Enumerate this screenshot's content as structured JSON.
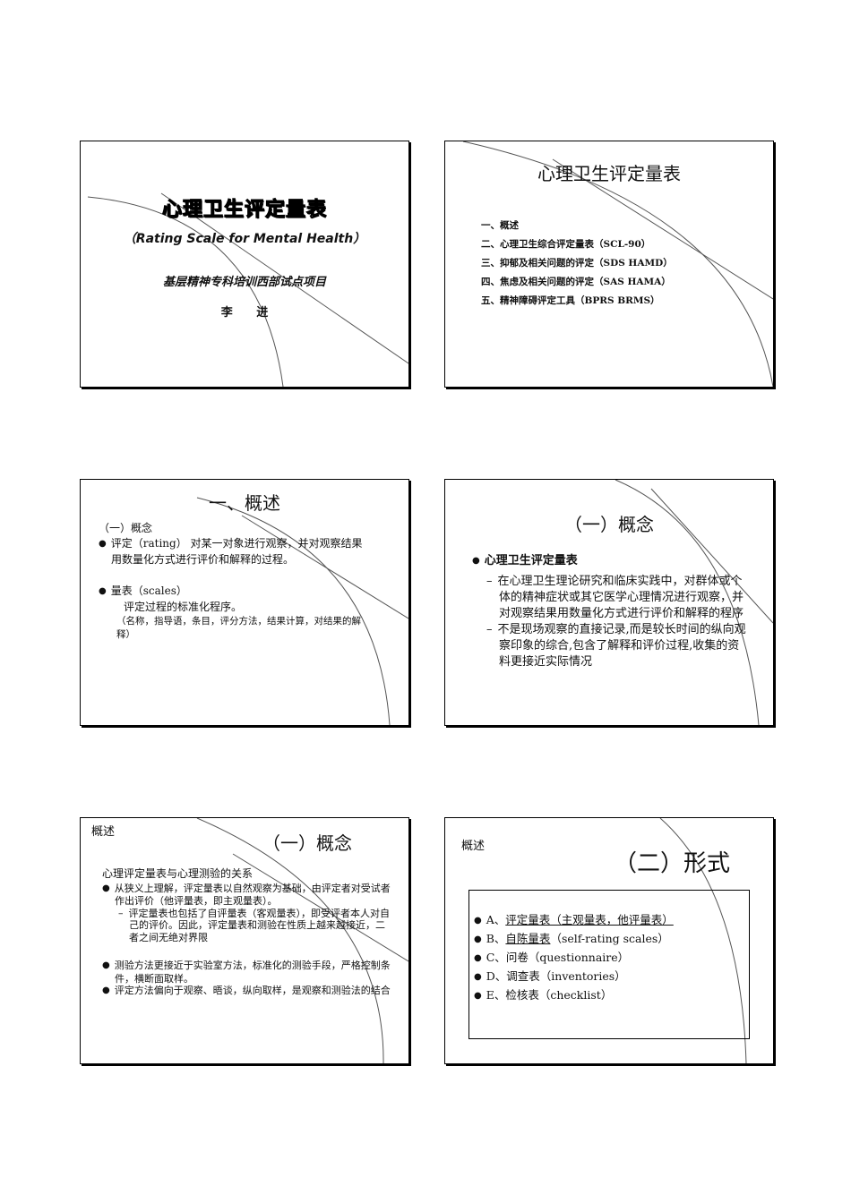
{
  "slides": [
    {
      "title": "心理卫生评定量表",
      "subtitle": "（Rating Scale for Mental Health）",
      "project": "基层精神专科培训西部试点项目",
      "author": "李 进"
    },
    {
      "title": "心理卫生评定量表",
      "toc": [
        "一、概述",
        "二、心理卫生综合评定量表（SCL-90）",
        "三、抑郁及相关问题的评定（SDS HAMD）",
        "四、焦虑及相关问题的评定（SAS HAMA）",
        "五、精神障碍评定工具（BPRS BRMS）"
      ]
    },
    {
      "title": "一、概述",
      "section": "（一）概念",
      "b1": "评定（rating） 对某一对象进行观察，并对观察结果用数量化方式进行评价和解释的过程。",
      "b2": "量表（scales）",
      "b2_line": "评定过程的标准化程序。",
      "b2_note": "（名称，指导语，条目，评分方法，结果计算，对结果的解释）"
    },
    {
      "title": "（一）概念",
      "bullet": "心理卫生评定量表",
      "d1": "在心理卫生理论研究和临床实践中，对群体或个体的精神症状或其它医学心理情况进行观察，并对观察结果用数量化方式进行评价和解释的程序",
      "d2": "不是现场观察的直接记录,而是较长时间的纵向观察印象的综合,包含了解释和评价过程,收集的资料更接近实际情况"
    },
    {
      "corner": "概述",
      "title": "（一）概念",
      "heading": "心理评定量表与心理测验的关系",
      "b1": "从狭义上理解，评定量表以自然观察为基础，由评定者对受试者作出评价（他评量表，即主观量表）。",
      "d1": "评定量表也包括了自评量表（客观量表），即受评者本人对自己的评价。因此，评定量表和测验在性质上越来越接近，二者之间无绝对界限",
      "b2": "测验方法更接近于实验室方法，标准化的测验手段，严格控制条件，横断面取样。",
      "b3": "评定方法偏向于观察、晤谈，纵向取样，是观察和测验法的结合"
    },
    {
      "corner": "概述",
      "title": "（二）形式",
      "items": [
        {
          "prefix": "A、",
          "text": "评定量表（主观量表，他评量表）",
          "suffix": ""
        },
        {
          "prefix": "B、",
          "text": "自陈量表",
          "suffix": "（self-rating scales）"
        },
        {
          "prefix": "C、",
          "text": "问卷（questionnaire）",
          "suffix": ""
        },
        {
          "prefix": "D、",
          "text": "调查表（inventories）",
          "suffix": ""
        },
        {
          "prefix": "E、",
          "text": "检核表（checklist）",
          "suffix": ""
        }
      ]
    }
  ]
}
